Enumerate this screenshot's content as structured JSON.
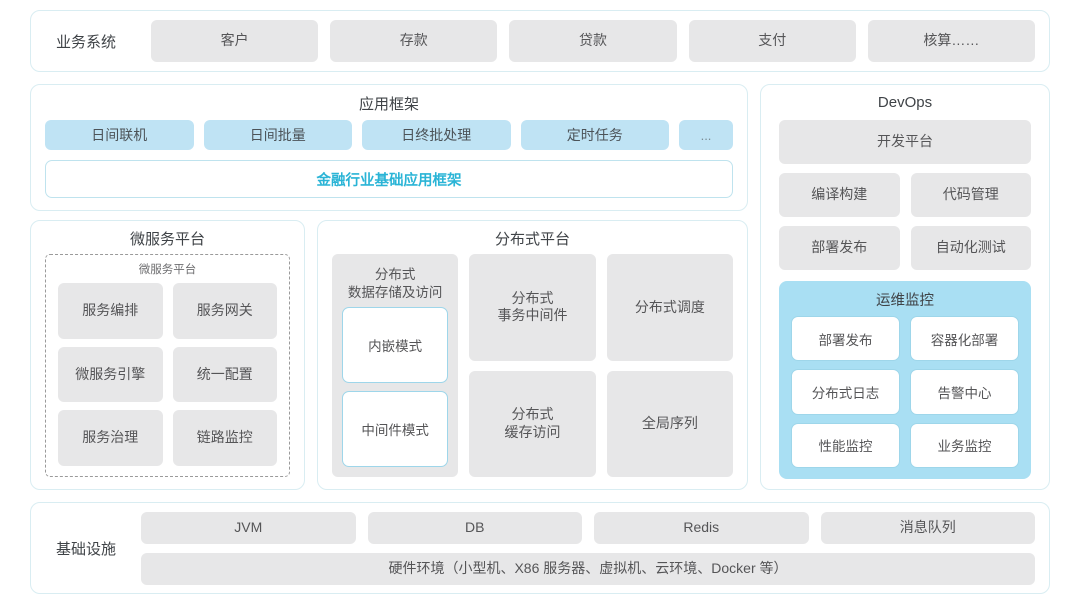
{
  "business_row": {
    "label": "业务系统",
    "items": [
      "客户",
      "存款",
      "贷款",
      "支付",
      "核算……"
    ]
  },
  "app_framework": {
    "title": "应用框架",
    "chips": [
      "日间联机",
      "日间批量",
      "日终批处理",
      "定时任务",
      "..."
    ],
    "base_bar": "金融行业基础应用框架"
  },
  "microservice": {
    "title": "微服务平台",
    "inner_title": "微服务平台",
    "items": [
      "服务编排",
      "服务网关",
      "微服务引擎",
      "统一配置",
      "服务治理",
      "链路监控"
    ]
  },
  "distributed": {
    "title": "分布式平台",
    "tall_card": {
      "head": "分布式\n数据存储及访问",
      "head_line1": "分布式",
      "head_line2": "数据存储及访问",
      "sub": [
        "内嵌模式",
        "中间件模式"
      ]
    },
    "cards": [
      {
        "line1": "分布式",
        "line2": "事务中间件"
      },
      {
        "line1": "分布式调度",
        "line2": ""
      },
      {
        "line1": "分布式",
        "line2": "缓存访问"
      },
      {
        "line1": "全局序列",
        "line2": ""
      }
    ]
  },
  "devops": {
    "title": "DevOps",
    "platform": "开发平台",
    "items": [
      "编译构建",
      "代码管理",
      "部署发布",
      "自动化测试"
    ],
    "ops": {
      "title": "运维监控",
      "items": [
        "部署发布",
        "容器化部署",
        "分布式日志",
        "告警中心",
        "性能监控",
        "业务监控"
      ]
    }
  },
  "infrastructure": {
    "label": "基础设施",
    "items": [
      "JVM",
      "DB",
      "Redis",
      "消息队列"
    ],
    "hardware": "硬件环境（小型机、X86 服务器、虚拟机、云环境、Docker 等）"
  },
  "colors": {
    "panel_border": "#d9edf2",
    "chip_gray": "#e7e7e8",
    "chip_blue": "#bfe3f4",
    "ops_blue": "#a9dff3",
    "accent_cyan": "#2ab4d6",
    "text": "#555557"
  }
}
